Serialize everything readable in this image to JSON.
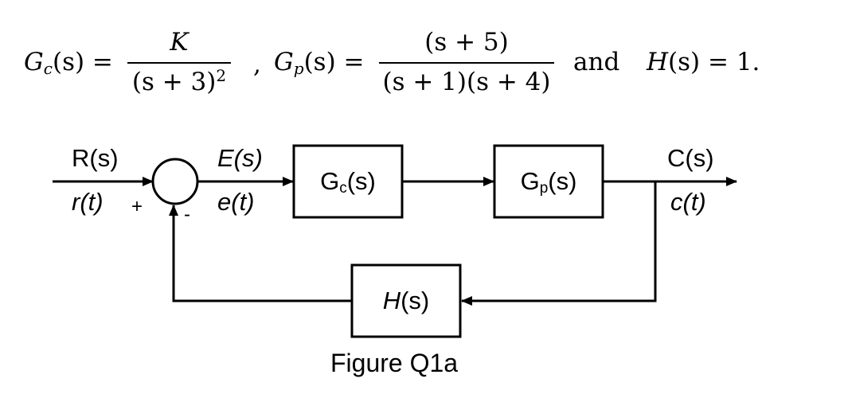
{
  "equations": {
    "gc_lhs": "G",
    "gc_sub": "c",
    "gc_arg": "(s) =",
    "gc_num": "K",
    "gc_den": "(s + 3)",
    "gc_den_exp": "2",
    "sep": ",",
    "gp_lhs": "G",
    "gp_sub": "p",
    "gp_arg": "(s) =",
    "gp_num": "(s + 5)",
    "gp_den": "(s + 1)(s + 4)",
    "and_text": "and",
    "h_lhs": "H",
    "h_rhs": "(s) = 1."
  },
  "diagram": {
    "input_top": "R(s)",
    "input_bottom": "r(t)",
    "plus_sign": "+",
    "minus_sign": "-",
    "error_top": "E(s)",
    "error_bottom": "e(t)",
    "block_gc_main": "G",
    "block_gc_sub": "c",
    "block_gc_arg": "(s)",
    "block_gp_main": "G",
    "block_gp_sub": "p",
    "block_gp_arg": "(s)",
    "block_h_main": "H",
    "block_h_arg": "(s)",
    "output_top": "C(s)",
    "output_bottom": "c(t)"
  },
  "caption": "Figure Q1a"
}
